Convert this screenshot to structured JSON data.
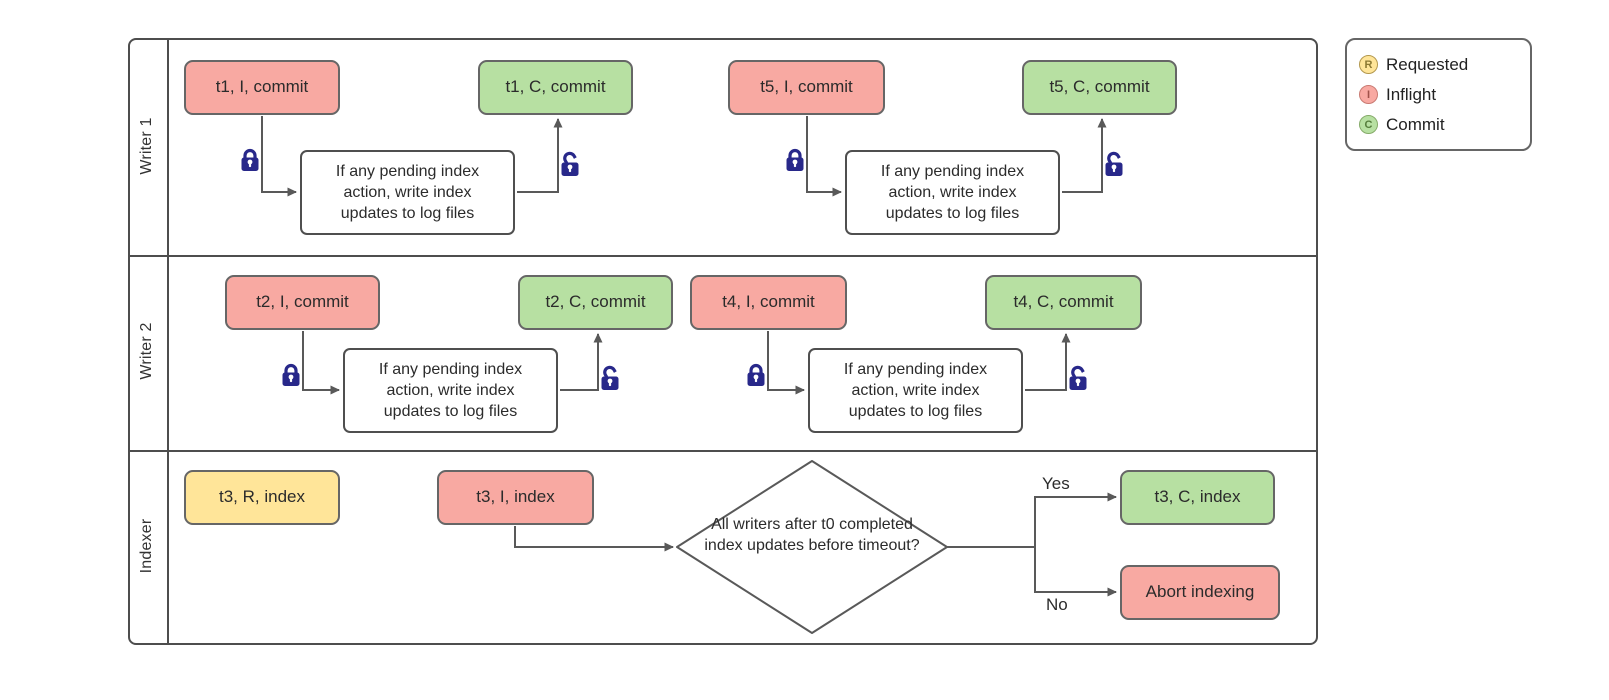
{
  "colors": {
    "requested_fill": "#FFE599",
    "inflight_fill": "#F8A9A2",
    "commit_fill": "#B7E0A2",
    "process_fill": "#FFFFFF",
    "line": "#595959",
    "lock": "#28288A"
  },
  "lanes": {
    "writer1": {
      "label": "Writer 1"
    },
    "writer2": {
      "label": "Writer 2"
    },
    "indexer": {
      "label": "Indexer"
    }
  },
  "nodes": {
    "t1_inflight": "t1, I, commit",
    "t1_commit": "t1, C, commit",
    "t5_inflight": "t5, I, commit",
    "t5_commit": "t5, C, commit",
    "t2_inflight": "t2, I, commit",
    "t2_commit": "t2, C, commit",
    "t4_inflight": "t4, I, commit",
    "t4_commit": "t4, C, commit",
    "t3_requested": "t3, R, index",
    "t3_inflight": "t3, I, index",
    "t3_commit": "t3, C, index",
    "abort": "Abort indexing",
    "process_note": "If any pending index action, write index updates to log files",
    "decision": "All writers after t0 completed index updates before timeout?"
  },
  "edges": {
    "yes": "Yes",
    "no": "No"
  },
  "legend": {
    "items": [
      {
        "symbol": "R",
        "label": "Requested"
      },
      {
        "symbol": "I",
        "label": "Inflight"
      },
      {
        "symbol": "C",
        "label": "Commit"
      }
    ]
  }
}
